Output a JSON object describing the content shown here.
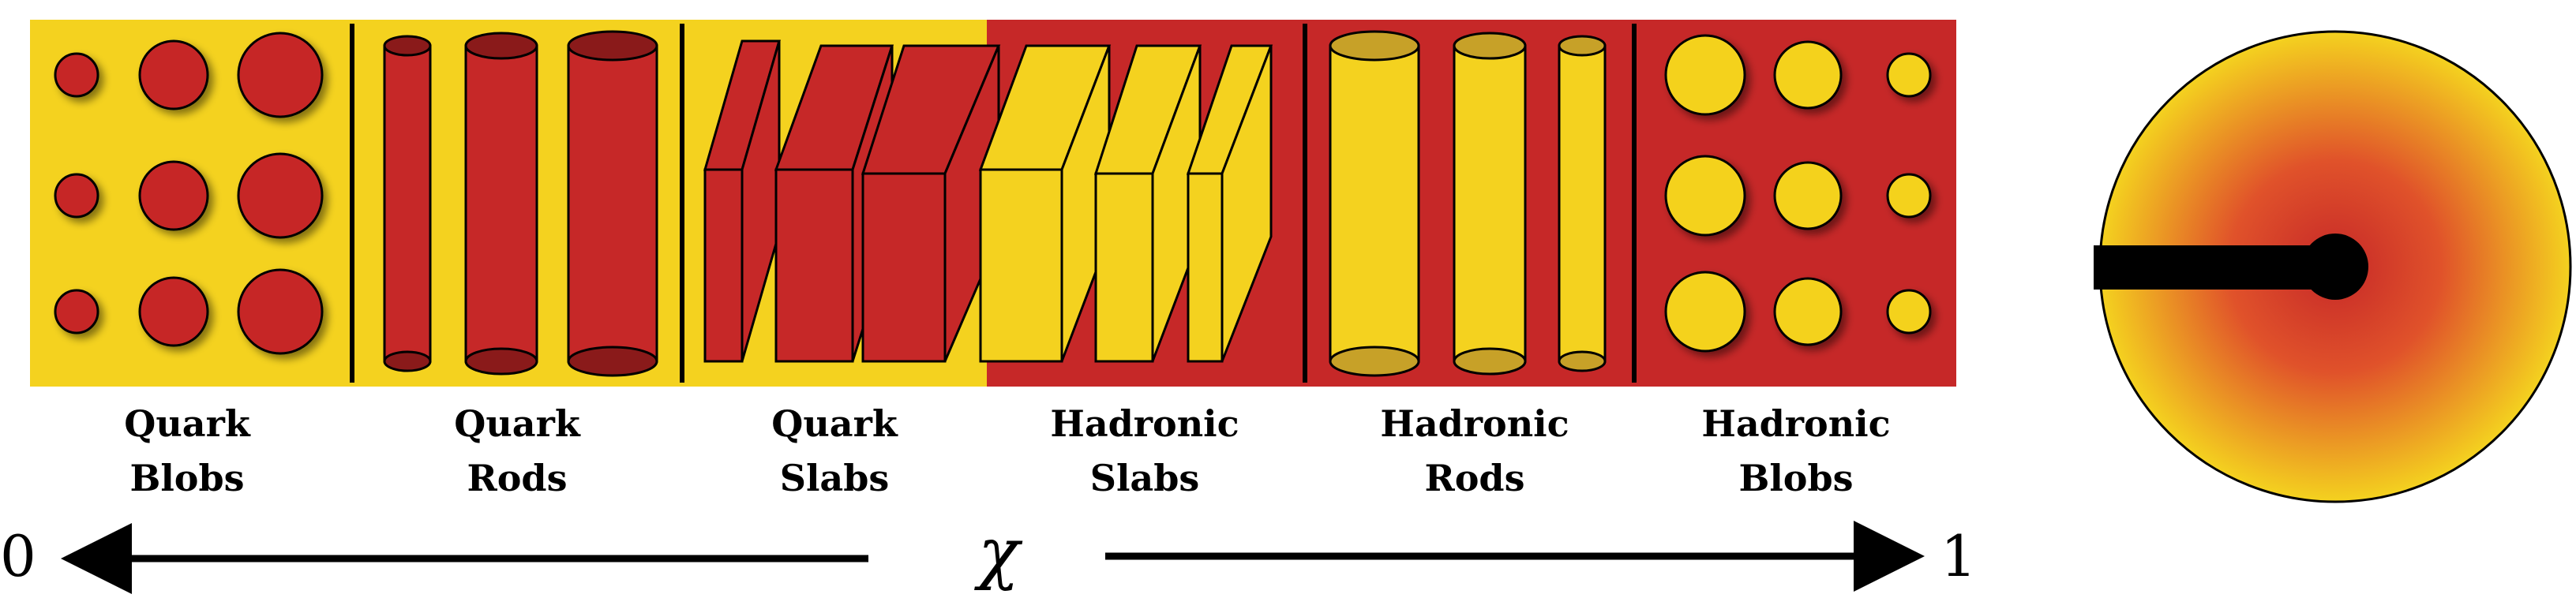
{
  "phases": [
    {
      "id": "quark-blobs",
      "line1": "Quark",
      "line2": "Blobs"
    },
    {
      "id": "quark-rods",
      "line1": "Quark",
      "line2": "Rods"
    },
    {
      "id": "quark-slabs",
      "line1": "Quark",
      "line2": "Slabs"
    },
    {
      "id": "hadronic-slabs",
      "line1": "Hadronic",
      "line2": "Slabs"
    },
    {
      "id": "hadronic-rods",
      "line1": "Hadronic",
      "line2": "Rods"
    },
    {
      "id": "hadronic-blobs",
      "line1": "Hadronic",
      "line2": "Blobs"
    }
  ],
  "axis": {
    "left_value": "0",
    "right_value": "1",
    "variable": "χ"
  },
  "colors": {
    "quark": "#c62828",
    "hadronic": "#f4d21f",
    "background_quark_side": "#f4d21f",
    "background_hadronic_side": "#c62828",
    "outline": "#000000"
  }
}
